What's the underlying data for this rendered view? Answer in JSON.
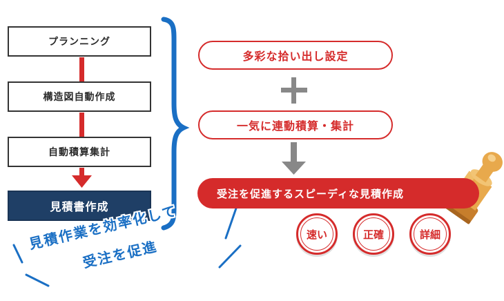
{
  "flow": {
    "steps": [
      "プランニング",
      "構造図自動作成",
      "自動積算集計"
    ],
    "final": "見積書作成"
  },
  "features": {
    "first": "多彩な拾い出し設定",
    "second": "一気に連動積算・集計",
    "result": "受注を促進するスピーディな見積作成"
  },
  "badges": [
    "速い",
    "正確",
    "詳細"
  ],
  "slogan": {
    "line1": "見積作業を効率化して",
    "line2": "受注を促進"
  },
  "colors": {
    "accent_red": "#d52b2b",
    "navy": "#1f3f66",
    "brace_blue": "#1a6fc4",
    "connector_gray": "#888888"
  }
}
